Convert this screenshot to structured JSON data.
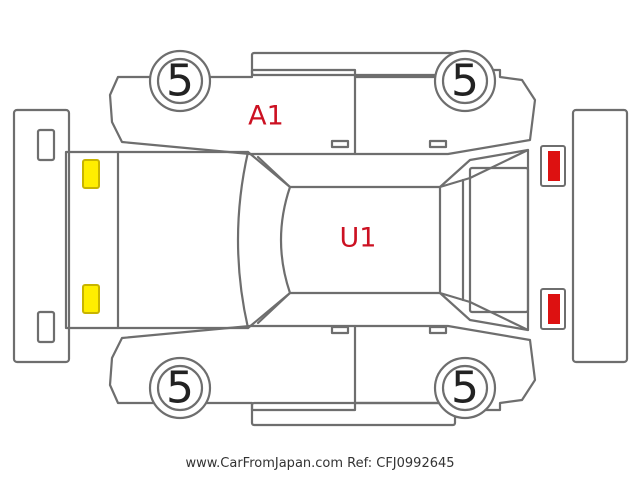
{
  "tires": {
    "front_left": "5",
    "front_right": "5",
    "rear_left": "5",
    "rear_right": "5"
  },
  "damage_marks": {
    "left_front_door": "A1",
    "roof": "U1"
  },
  "colors": {
    "outline": "#6e6e6e",
    "damage_text": "#cc1122",
    "headlight_fill": "#ffee00",
    "headlight_stroke": "#c8b400",
    "taillight_fill": "#dd1111"
  },
  "watermark": "www.CarFromJapan.com Ref: CFJ0992645"
}
